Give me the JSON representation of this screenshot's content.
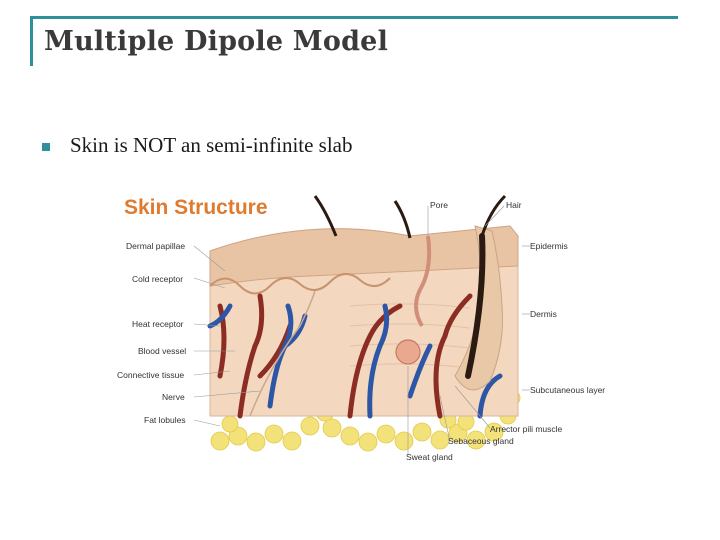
{
  "slide": {
    "title": "Multiple Dipole Model",
    "bullet": "Skin is NOT an semi-infinite slab"
  },
  "figure": {
    "title": "Skin Structure",
    "labels_left": [
      "Dermal papillae",
      "Cold receptor",
      "Heat receptor",
      "Blood vessel",
      "Connective tissue",
      "Nerve",
      "Fat lobules"
    ],
    "labels_top": [
      "Pore",
      "Hair"
    ],
    "labels_right": [
      "Epidermis",
      "Dermis",
      "Subcutaneous layer"
    ],
    "labels_bottom": [
      "Arrector pili muscle",
      "Sebaceous gland",
      "Sweat gland"
    ]
  },
  "colors": {
    "accent": "#2f8f9a",
    "figure_title": "#e07a2e"
  }
}
